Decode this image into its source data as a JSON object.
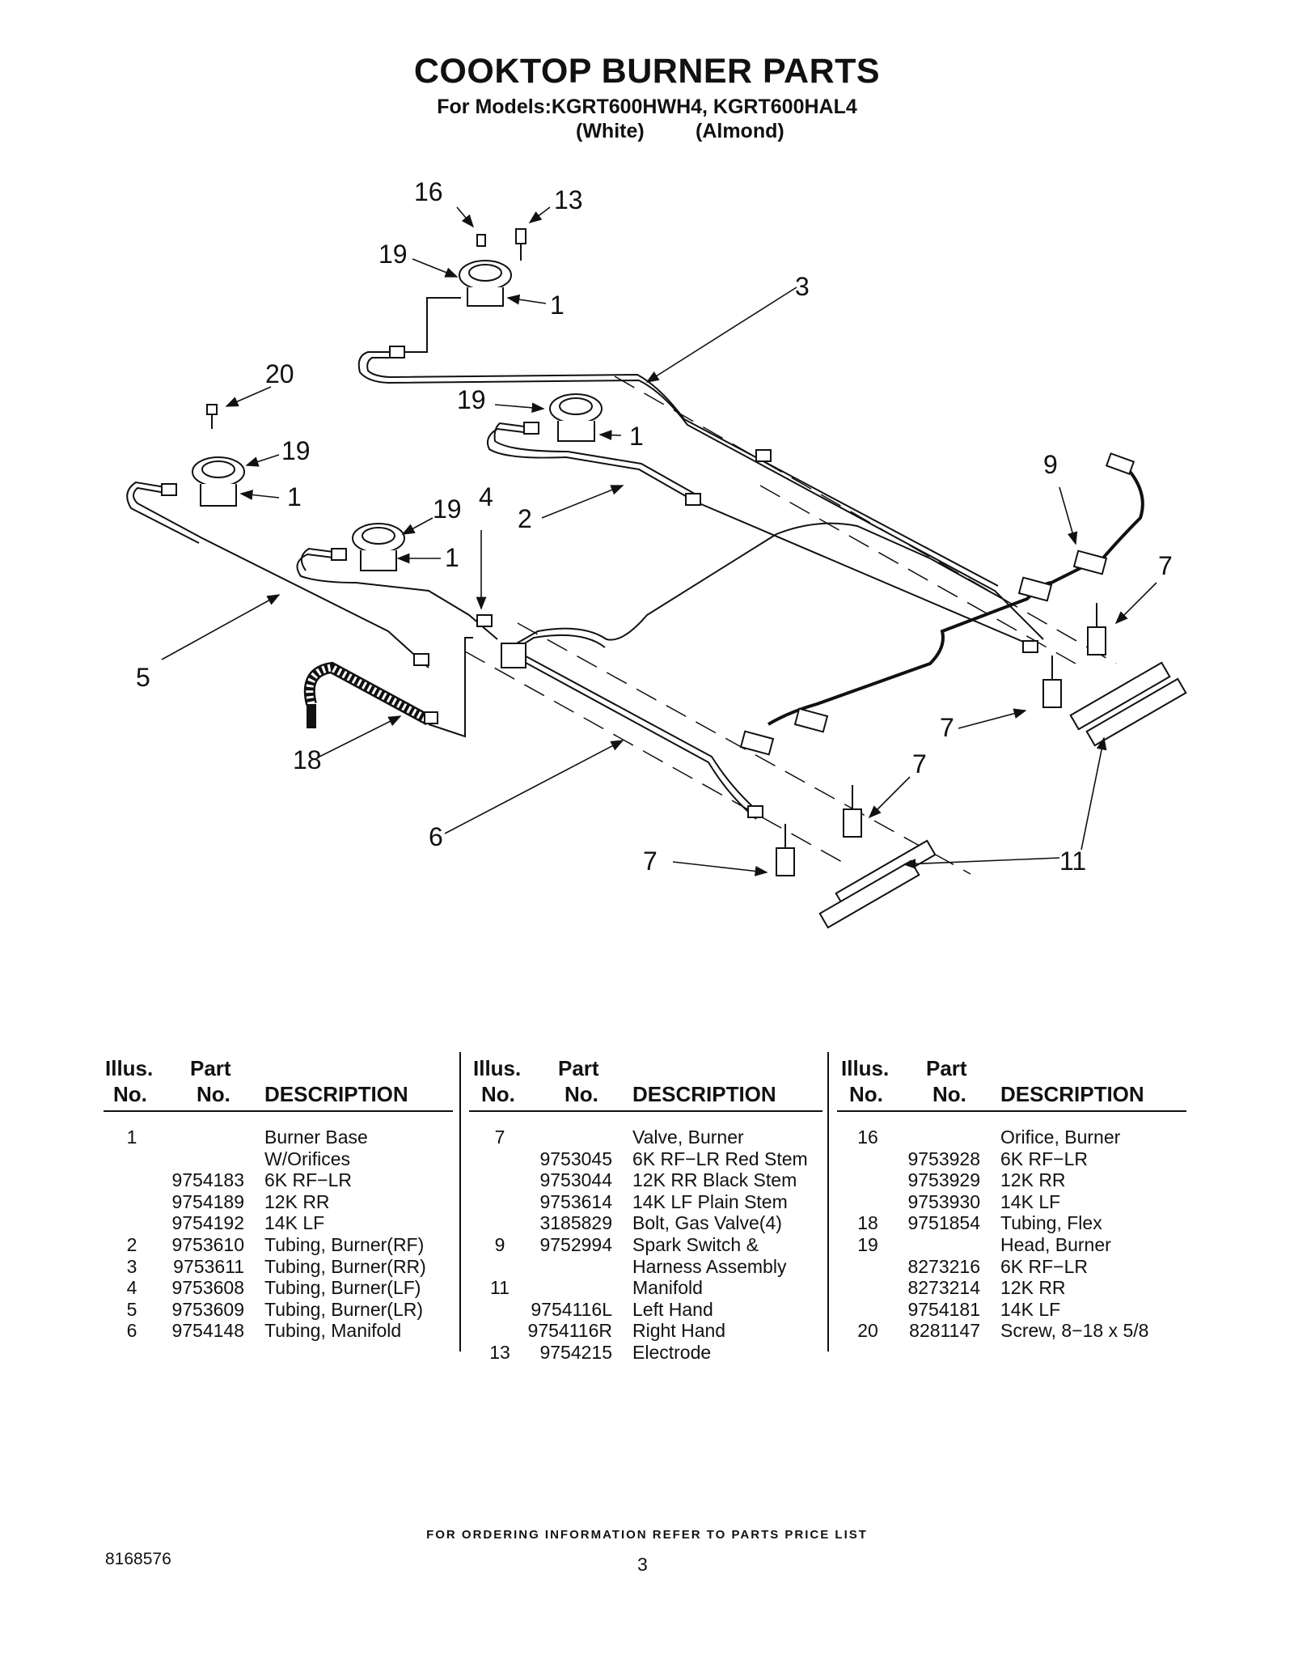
{
  "header": {
    "title": "COOKTOP BURNER PARTS",
    "subtitle": "For Models:KGRT600HWH4, KGRT600HAL4",
    "color_white": "(White)",
    "color_almond": "(Almond)"
  },
  "callouts": [
    "16",
    "13",
    "19",
    "1",
    "3",
    "20",
    "19",
    "1",
    "19",
    "1",
    "9",
    "19",
    "4",
    "2",
    "1",
    "7",
    "5",
    "7",
    "7",
    "18",
    "6",
    "7",
    "11"
  ],
  "table_headers": {
    "illus": "Illus.",
    "no": "No.",
    "part": "Part",
    "part_no": "No.",
    "description": "DESCRIPTION"
  },
  "columns": [
    [
      {
        "illus": "1",
        "part": "",
        "desc": "Burner Base"
      },
      {
        "illus": "",
        "part": "",
        "desc": "W/Orifices"
      },
      {
        "illus": "",
        "part": "9754183",
        "desc": "6K RF−LR"
      },
      {
        "illus": "",
        "part": "9754189",
        "desc": "12K RR"
      },
      {
        "illus": "",
        "part": "9754192",
        "desc": "14K LF"
      },
      {
        "illus": "2",
        "part": "9753610",
        "desc": "Tubing, Burner(RF)"
      },
      {
        "illus": "3",
        "part": "9753611",
        "desc": "Tubing, Burner(RR)"
      },
      {
        "illus": "4",
        "part": "9753608",
        "desc": "Tubing, Burner(LF)"
      },
      {
        "illus": "5",
        "part": "9753609",
        "desc": "Tubing, Burner(LR)"
      },
      {
        "illus": "6",
        "part": "9754148",
        "desc": "Tubing, Manifold"
      }
    ],
    [
      {
        "illus": "7",
        "part": "",
        "desc": "Valve, Burner"
      },
      {
        "illus": "",
        "part": "9753045",
        "desc": "6K RF−LR Red Stem"
      },
      {
        "illus": "",
        "part": "9753044",
        "desc": "12K RR Black Stem"
      },
      {
        "illus": "",
        "part": "9753614",
        "desc": "14K LF Plain Stem"
      },
      {
        "illus": "",
        "part": "3185829",
        "desc": "Bolt, Gas Valve(4)"
      },
      {
        "illus": "9",
        "part": "9752994",
        "desc": "Spark Switch &"
      },
      {
        "illus": "",
        "part": "",
        "desc": "Harness Assembly"
      },
      {
        "illus": "11",
        "part": "",
        "desc": "Manifold"
      },
      {
        "illus": "",
        "part": "9754116L",
        "desc": "Left Hand"
      },
      {
        "illus": "",
        "part": "9754116R",
        "desc": "Right Hand"
      },
      {
        "illus": "13",
        "part": "9754215",
        "desc": "Electrode"
      }
    ],
    [
      {
        "illus": "16",
        "part": "",
        "desc": "Orifice, Burner"
      },
      {
        "illus": "",
        "part": "9753928",
        "desc": "6K RF−LR"
      },
      {
        "illus": "",
        "part": "9753929",
        "desc": "12K RR"
      },
      {
        "illus": "",
        "part": "9753930",
        "desc": "14K LF"
      },
      {
        "illus": "18",
        "part": "9751854",
        "desc": "Tubing, Flex"
      },
      {
        "illus": "19",
        "part": "",
        "desc": "Head, Burner"
      },
      {
        "illus": "",
        "part": "8273216",
        "desc": "6K RF−LR"
      },
      {
        "illus": "",
        "part": "8273214",
        "desc": "12K RR"
      },
      {
        "illus": "",
        "part": "9754181",
        "desc": "14K LF"
      },
      {
        "illus": "20",
        "part": "8281147",
        "desc": "Screw, 8−18 x 5/8"
      }
    ]
  ],
  "footer": {
    "ordering": "FOR ORDERING INFORMATION REFER TO PARTS PRICE LIST",
    "doc_number": "8168576",
    "page": "3"
  }
}
